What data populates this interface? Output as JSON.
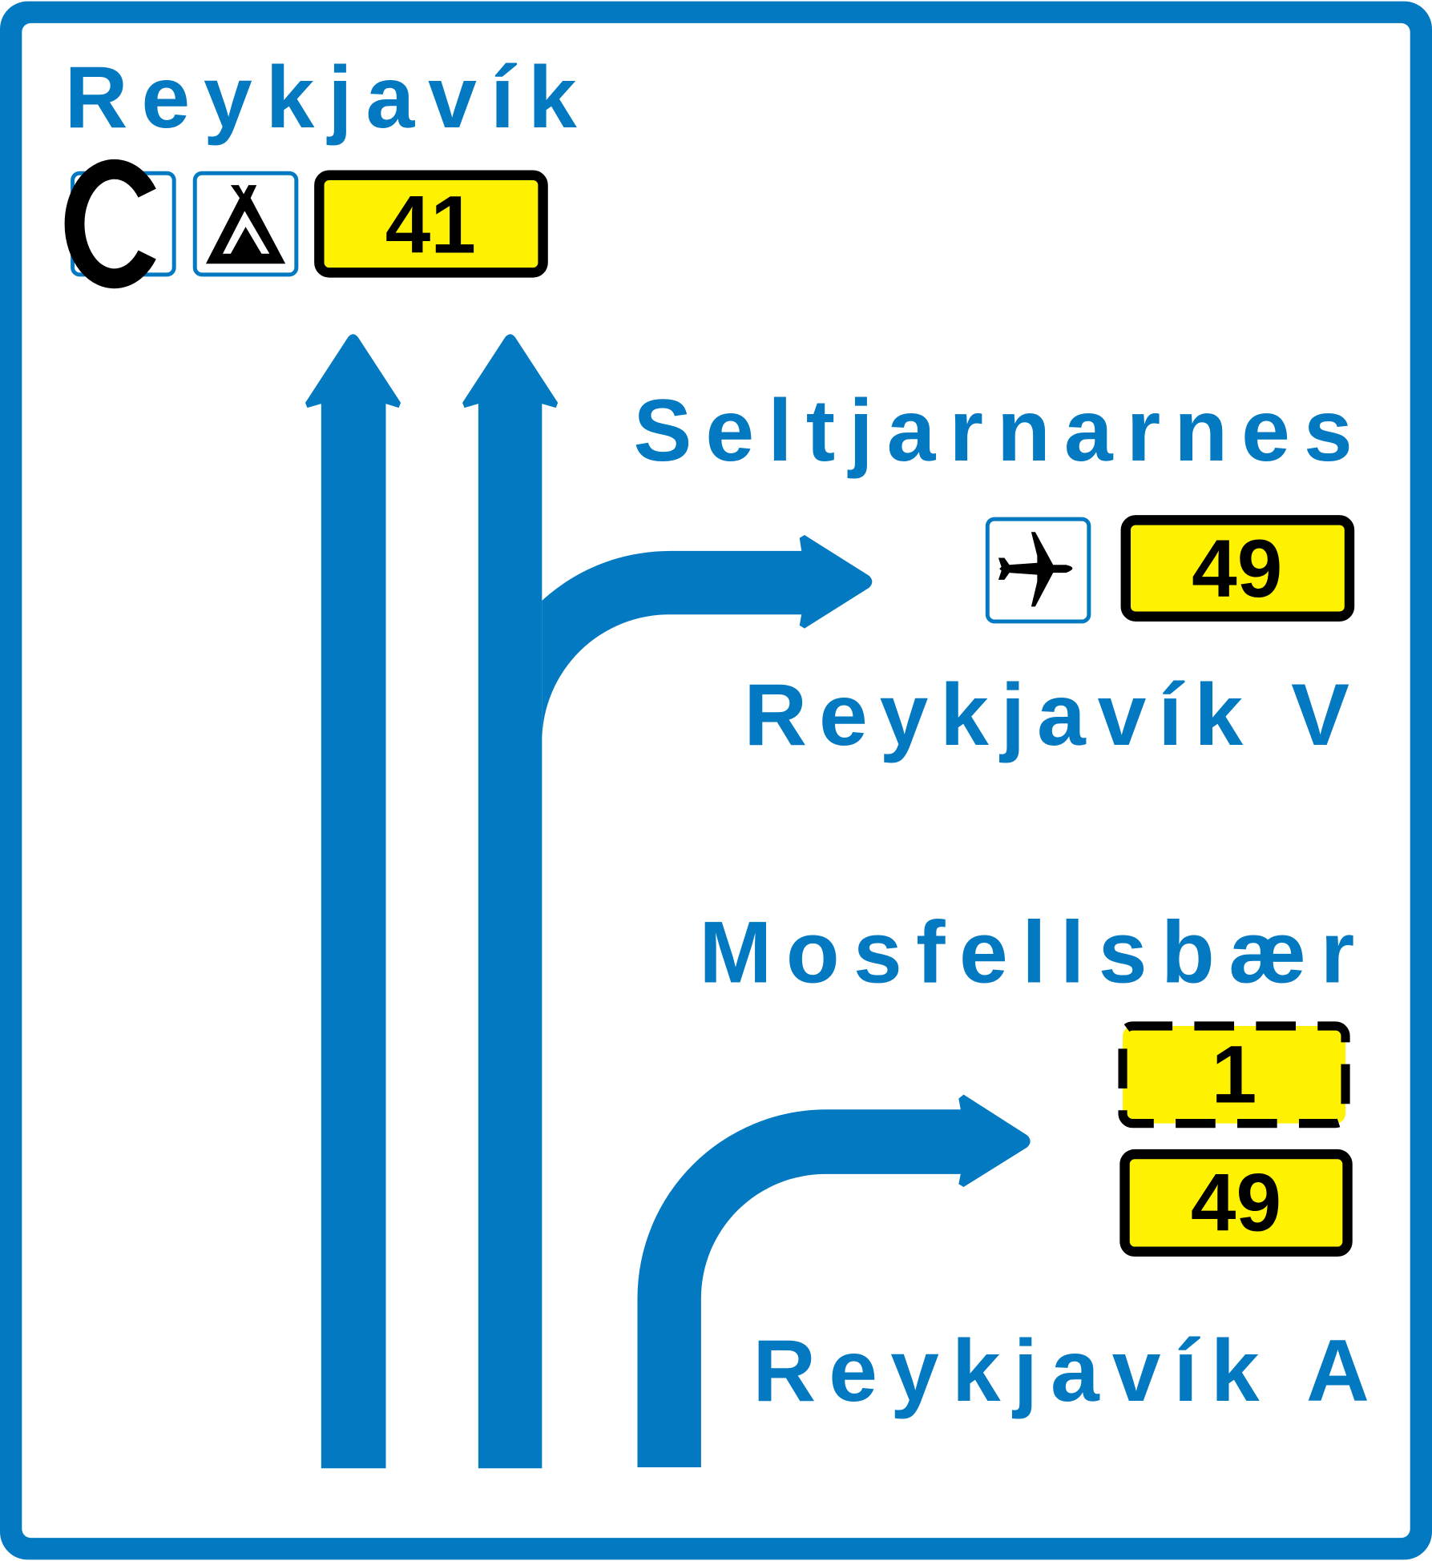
{
  "colors": {
    "sign_blue": "#0379C1",
    "route_yellow": "#FFF200",
    "border_black": "#000000",
    "background": "#FFFFFF"
  },
  "straight_ahead": {
    "destination": "Reykjavík",
    "symbols": [
      "camping-card-icon",
      "campsite-tent-icon"
    ],
    "route_number": "41"
  },
  "upper_exit": {
    "destination_primary": "Seltjarnarnes",
    "symbol": "airport-plane-icon",
    "route_number": "49",
    "destination_secondary": "Reykjavík V"
  },
  "lower_exit": {
    "destination_primary": "Mosfellsbær",
    "route_number_dashed": "1",
    "route_number": "49",
    "destination_secondary": "Reykjavík A"
  }
}
